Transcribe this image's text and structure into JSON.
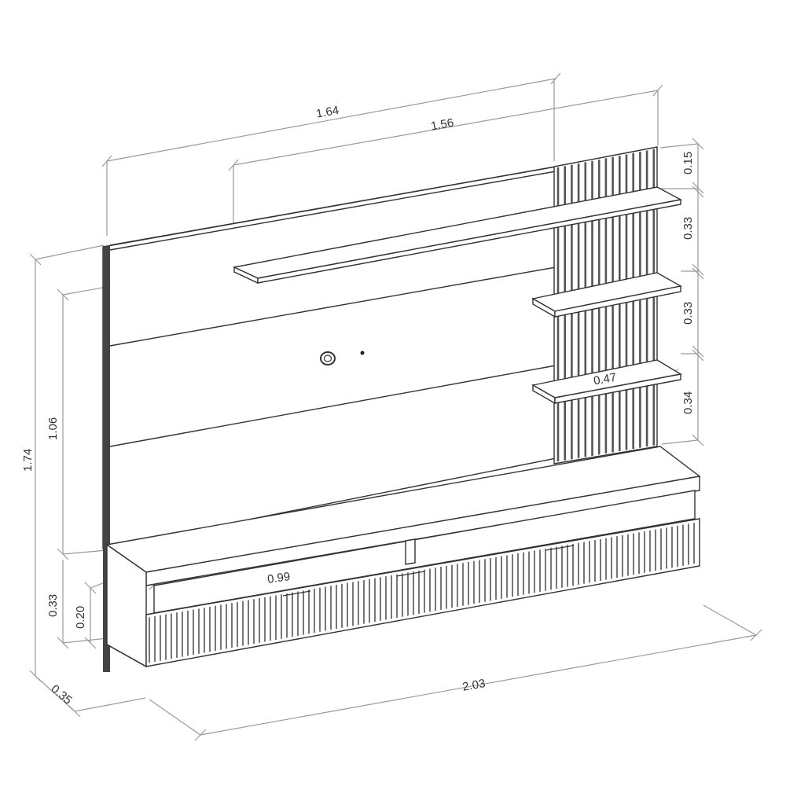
{
  "diagram": {
    "colors": {
      "line": "#333333",
      "dimension": "#9a9a9a",
      "slat": "#555555",
      "background": "#ffffff"
    },
    "dimensions": {
      "panel_width": "1.64",
      "top_shelf_width": "1.56",
      "total_height": "1.74",
      "panel_height": "1.06",
      "rack_height": "0.33",
      "drawer_height": "0.20",
      "depth": "0.35",
      "total_width": "2.03",
      "niche_width": "0.99",
      "top_gap": "0.15",
      "shelf_gap_1": "0.33",
      "shelf_gap_2": "0.33",
      "shelf_gap_3": "0.34",
      "side_shelf_width": "0.47"
    }
  }
}
